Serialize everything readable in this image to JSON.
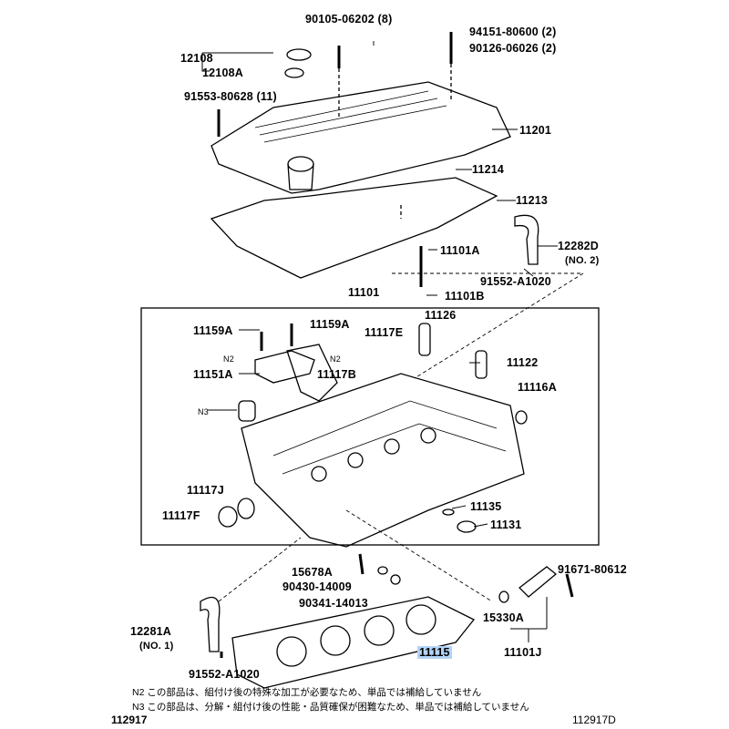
{
  "labels": {
    "p90105": "90105-06202 (8)",
    "p94151": "94151-80600 (2)",
    "p90126": "90126-06026 (2)",
    "p12108": "12108",
    "p12108A": "12108A",
    "p91553": "91553-80628 (11)",
    "p11201": "11201",
    "p11214": "11214",
    "p11213": "11213",
    "p11101A": "11101A",
    "p12282D": "12282D",
    "no2": "(NO. 2)",
    "p91552a": "91552-A1020",
    "p11101": "11101",
    "p11101B": "11101B",
    "p11126": "11126",
    "p11159A_1": "11159A",
    "p11159A_2": "11159A",
    "p11117E": "11117E",
    "n2a": "N2",
    "n2b": "N2",
    "p11122": "11122",
    "p11151A": "11151A",
    "p11117B": "11117B",
    "p11116A": "11116A",
    "n3": "N3",
    "p11117J": "11117J",
    "p11135": "11135",
    "p11117F": "11117F",
    "p11131": "11131",
    "p15678A": "15678A",
    "p91671": "91671-80612",
    "p90430": "90430-14009",
    "p90341": "90341-14013",
    "p15330A": "15330A",
    "p12281A": "12281A",
    "no1": "(NO. 1)",
    "p11115": "11115",
    "p11101J": "11101J",
    "p91552b": "91552-A1020"
  },
  "notes": {
    "n2": "N2  この部品は、組付け後の特殊な加工が必要なため、単品では補給していません",
    "n3": "N3  この部品は、分解・組付け後の性能・品質確保が困難なため、単品では補給していません"
  },
  "footer": {
    "left_code": "112917",
    "right_code": "112917D"
  },
  "colors": {
    "highlight": "#b3d3f7"
  }
}
